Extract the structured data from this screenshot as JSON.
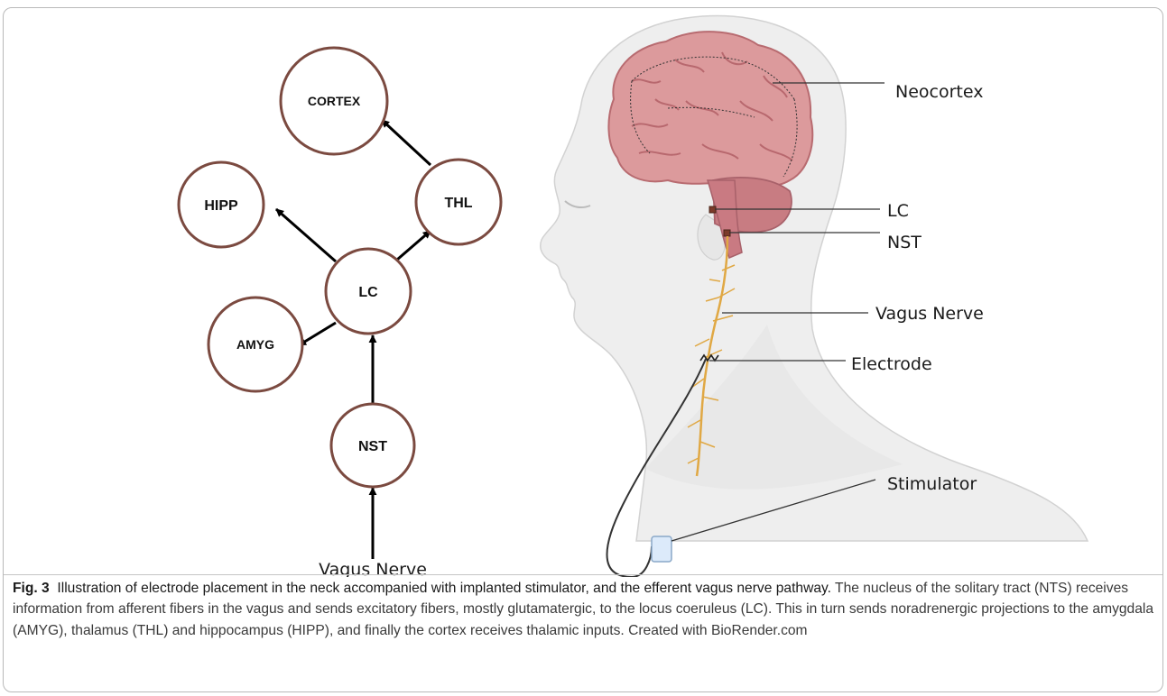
{
  "diagram": {
    "nodes": {
      "cortex": "CORTEX",
      "hipp": "HIPP",
      "thl": "THL",
      "lc": "LC",
      "amyg": "AMYG",
      "nst": "NST"
    },
    "input_label": "Vagus Nerve",
    "edges": [
      [
        "Vagus Nerve",
        "NST"
      ],
      [
        "NST",
        "LC"
      ],
      [
        "LC",
        "AMYG"
      ],
      [
        "LC",
        "HIPP"
      ],
      [
        "LC",
        "THL"
      ],
      [
        "THL",
        "CORTEX"
      ]
    ],
    "node_border_color": "#7b4a40"
  },
  "illustration": {
    "labels": {
      "neocortex": "Neocortex",
      "lc": "LC",
      "nst": "NST",
      "vagus": "Vagus Nerve",
      "electrode": "Electrode",
      "stimulator": "Stimulator"
    },
    "colors": {
      "brain": "#dc9a9c",
      "head": "#eeeeee",
      "nerve": "#e0a844"
    }
  },
  "caption": {
    "fig_num": "Fig. 3",
    "title": "Illustration of electrode placement in the neck accompanied with implanted stimulator, and the efferent vagus nerve pathway.",
    "body": "The nucleus of the solitary tract (NTS) receives information from afferent fibers in the vagus and sends excitatory fibers, mostly glutamatergic, to the locus coeruleus (LC). This in turn sends noradrenergic projections to the amygdala (AMYG), thalamus (THL) and hippocampus (HIPP), and finally the cortex receives thalamic inputs. Created with BioRender.com"
  }
}
